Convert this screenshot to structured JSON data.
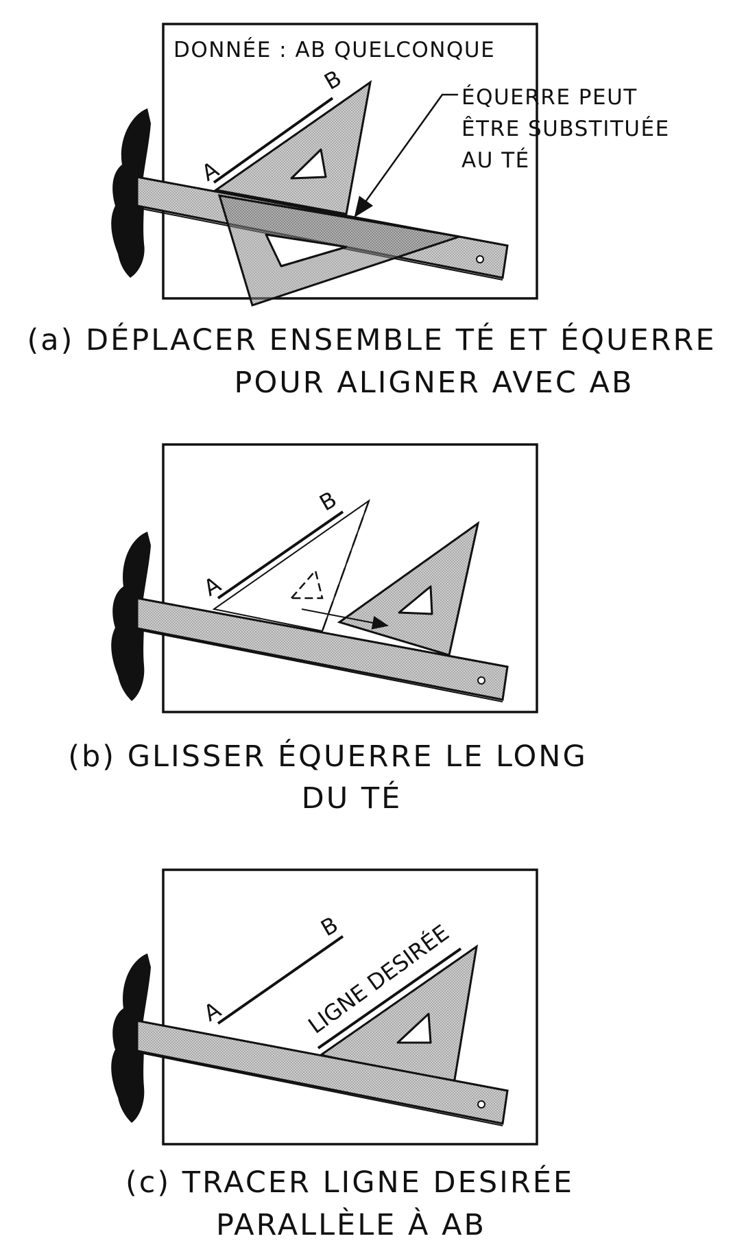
{
  "panel_a": {
    "given_note": "DONNÉE : AB QUELCONQUE",
    "callout_lines": [
      "ÉQUERRE PEUT",
      "ÊTRE SUBSTITUÉE",
      "AU TÉ"
    ],
    "point_a": "A",
    "point_b": "B",
    "caption_line1": "(a) DÉPLACER ENSEMBLE TÉ ET ÉQUERRE",
    "caption_line2": "POUR ALIGNER AVEC AB"
  },
  "panel_b": {
    "point_a": "A",
    "point_b": "B",
    "caption_line1": "(b) GLISSER ÉQUERRE LE LONG",
    "caption_line2": "DU TÉ"
  },
  "panel_c": {
    "point_a": "A",
    "point_b": "B",
    "desired_line_label": "LIGNE DESIRÉE",
    "caption_line1": "(c) TRACER LIGNE DESIRÉE",
    "caption_line2": "PARALLÈLE À AB"
  },
  "colors": {
    "ink": "#111111",
    "tool_fill": "#bdbdbd",
    "overlap_fill": "#8a8a8a",
    "paper": "#ffffff"
  }
}
